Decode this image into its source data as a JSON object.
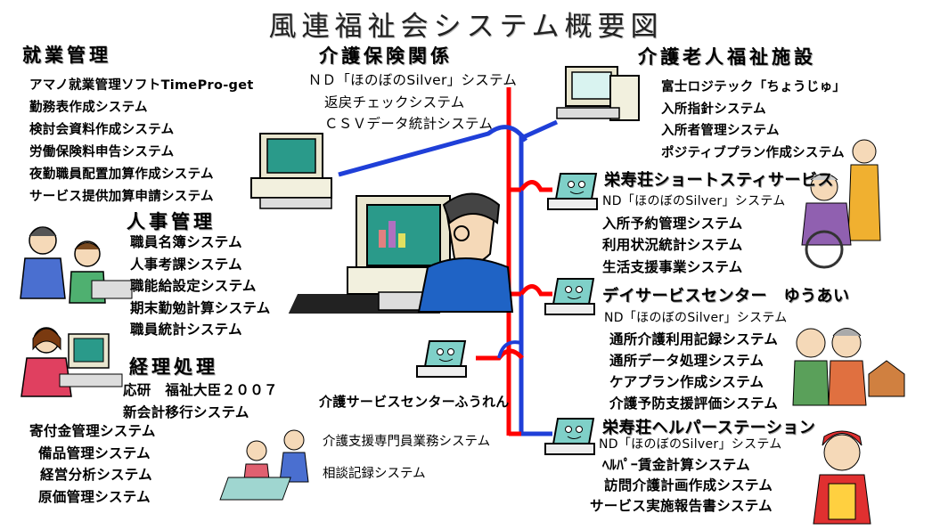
{
  "title": "風連福祉会システム概要図",
  "shugyo": {
    "header": "就業管理",
    "items": [
      "アマノ就業管理ソフトTimePro-get",
      "勤務表作成システム",
      "検討会資料作成システム",
      "労働保険料申告システム",
      "夜勤職員配置加算作成システム",
      "サービス提供加算申請システム"
    ]
  },
  "jinji": {
    "header": "人事管理",
    "items": [
      "職員名簿システム",
      "人事考課システム",
      "職能給設定システム",
      "期末勤勉計算システム",
      "職員統計システム"
    ]
  },
  "keiri": {
    "header": "経理処理",
    "items": [
      "応研　福祉大臣２００７",
      "新会計移行システム",
      "寄付金管理システム",
      "備品管理システム",
      "経営分析システム",
      "原価管理システム"
    ]
  },
  "kaigo_hoken": {
    "header": "介護保険関係",
    "items": [
      "ＮＤ「ほのぼのSilver」システム",
      "返戻チェックシステム",
      "ＣＳＶデータ統計システム"
    ]
  },
  "rojin": {
    "header": "介護老人福祉施設",
    "items": [
      "富士ロジテック「ちょうじゅ」",
      "入所指針システム",
      "入所者管理システム",
      "ポジティブプラン作成システム"
    ]
  },
  "short": {
    "header": "栄寿荘ショートスティサービス",
    "items": [
      "ND「ほのぼのSilver」システム",
      "入所予約管理システム",
      "利用状況統計システム",
      "生活支援事業システム"
    ]
  },
  "day": {
    "header": "デイサービスセンター　ゆうあい",
    "items": [
      "ND「ほのぼのSilver」システム",
      "通所介護利用記録システム",
      "通所データ処理システム",
      "ケアプラン作成システム",
      "介護予防支援評価システム"
    ]
  },
  "helper": {
    "header": "栄寿荘ヘルパーステーション",
    "items": [
      "ND「ほのぼのSilver」システム",
      "ﾍﾙﾊﾟｰ賃金計算システム",
      "訪問介護計画作成システム",
      "サービス実施報告書システム"
    ]
  },
  "furen": {
    "header": "介護サービスセンターふうれん",
    "items": [
      "介護支援専門員業務システム",
      "相談記録システム"
    ]
  },
  "colors": {
    "red_line": "#ff0000",
    "blue_line": "#1f3fd8",
    "screen": "#2a9a8a",
    "monitor": "#e9e6cf",
    "laptop": "#7fd0c8"
  }
}
